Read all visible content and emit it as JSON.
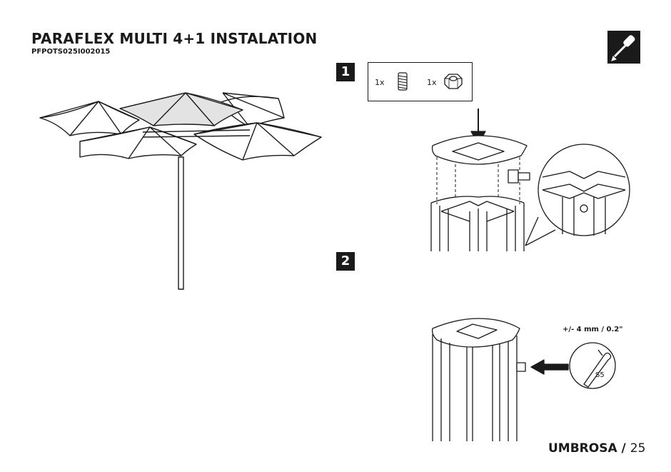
{
  "header": {
    "title": "PARAFLEX MULTI 4+1 INSTALATION",
    "code": "PFPOTS025I002015"
  },
  "steps": [
    {
      "number": "1"
    },
    {
      "number": "2"
    }
  ],
  "parts": [
    {
      "qty": "1x",
      "icon": "screw-icon"
    },
    {
      "qty": "1x",
      "icon": "nut-icon"
    }
  ],
  "detail": {
    "tolerance": "+/- 4 mm / 0.2\"",
    "key_size": "S5"
  },
  "footer": {
    "brand": "UMBROSA /",
    "page": "25"
  },
  "icons": {
    "tool": "screwdriver-icon"
  },
  "colors": {
    "ink": "#1a1a1a",
    "highlight": "#e3e3e3"
  }
}
